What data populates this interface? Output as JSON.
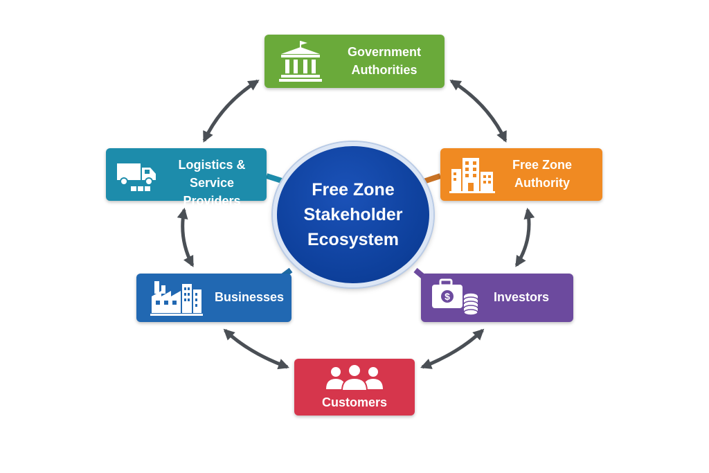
{
  "center": {
    "lines": [
      "Free Zone",
      "Stakeholder",
      "Ecosystem"
    ],
    "color": "#0d3f9a"
  },
  "stakeholders": {
    "government": {
      "lines": [
        "Government",
        "Authorities"
      ],
      "icon": "government-building-icon",
      "color": "#6aaa3a"
    },
    "logistics": {
      "lines": [
        "Logistics &",
        "Service Providers"
      ],
      "icon": "truck-icon",
      "color": "#1d8cab"
    },
    "free_zone_authority": {
      "lines": [
        "Free Zone",
        "Authority"
      ],
      "icon": "office-building-icon",
      "color": "#f08a22"
    },
    "businesses": {
      "lines": [
        "Businesses"
      ],
      "icon": "factory-icon",
      "color": "#2168b2"
    },
    "investors": {
      "lines": [
        "Investors"
      ],
      "icon": "briefcase-money-icon",
      "color": "#6c4a9e"
    },
    "customers": {
      "lines": [
        "Customers"
      ],
      "icon": "people-group-icon",
      "color": "#d6364c"
    }
  },
  "arrows": {
    "type": "bidirectional",
    "color": "#4a4f55"
  }
}
